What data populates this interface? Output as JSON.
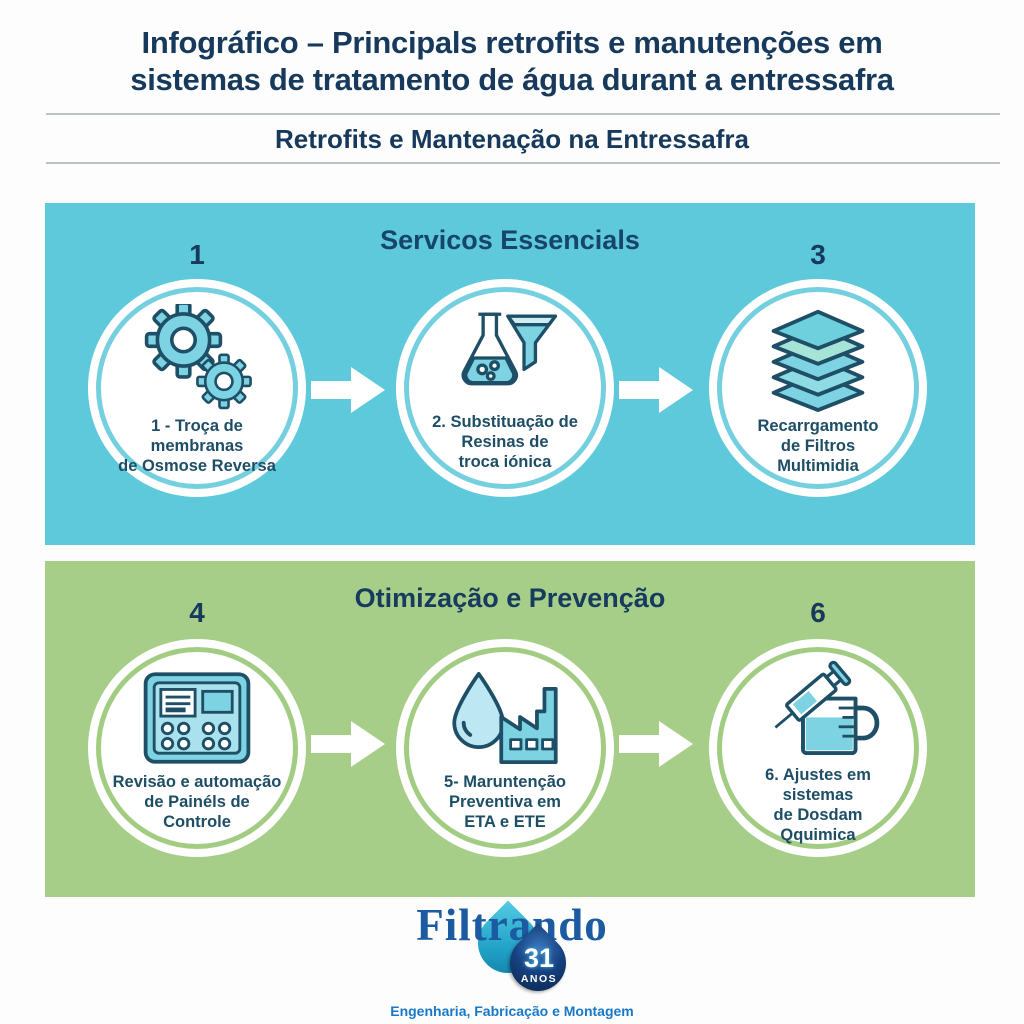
{
  "page": {
    "title": "Infográfico – Principals retrofits e manutenções em\nsistemas de tratamento de água durant a entressafra",
    "subtitle": "Retrofits e Mantenação na Entressafra"
  },
  "sections": [
    {
      "title": "Servicos Essencials",
      "background": "#5ec9da",
      "ring_color": "#74cfdf",
      "items": [
        {
          "number": "1",
          "icon": "gears-icon",
          "label": "1 - Troça de membranas\nde Osmose Reversa"
        },
        {
          "number": "",
          "icon": "flask-funnel-icon",
          "label": "2. Substituação de\nResinas de\ntroca iónica"
        },
        {
          "number": "3",
          "icon": "filter-layers-icon",
          "label": "Recarrgamento\nde Filtros\nMultimidia"
        }
      ]
    },
    {
      "title": "Otimização e Prevenção",
      "background": "#a6ce88",
      "ring_color": "#a1cc81",
      "items": [
        {
          "number": "4",
          "icon": "control-panel-icon",
          "label": "Revisão e automação\nde Painéls de\nControle"
        },
        {
          "number": "",
          "icon": "drop-factory-icon",
          "label": "5- Maruntenção\nPreventiva em\nETA e ETE"
        },
        {
          "number": "6",
          "icon": "syringe-beaker-icon",
          "label": "6. Ajustes em sistemas\nde Dosdam\nQquimica"
        }
      ]
    }
  ],
  "footer": {
    "brand": "Filtrando",
    "badge_number": "31",
    "badge_label": "ANOS",
    "tagline": "Engenharia, Fabricação e Montagem"
  },
  "colors": {
    "title_navy": "#17395c",
    "panel_blue": "#5ec9da",
    "panel_green": "#a6ce88",
    "icon_stroke": "#1e4f66",
    "icon_fill": "#7ed3e2",
    "label_text": "#1d4e66",
    "brand_blue": "#1c5aa1",
    "tagline_blue": "#1778c8"
  }
}
